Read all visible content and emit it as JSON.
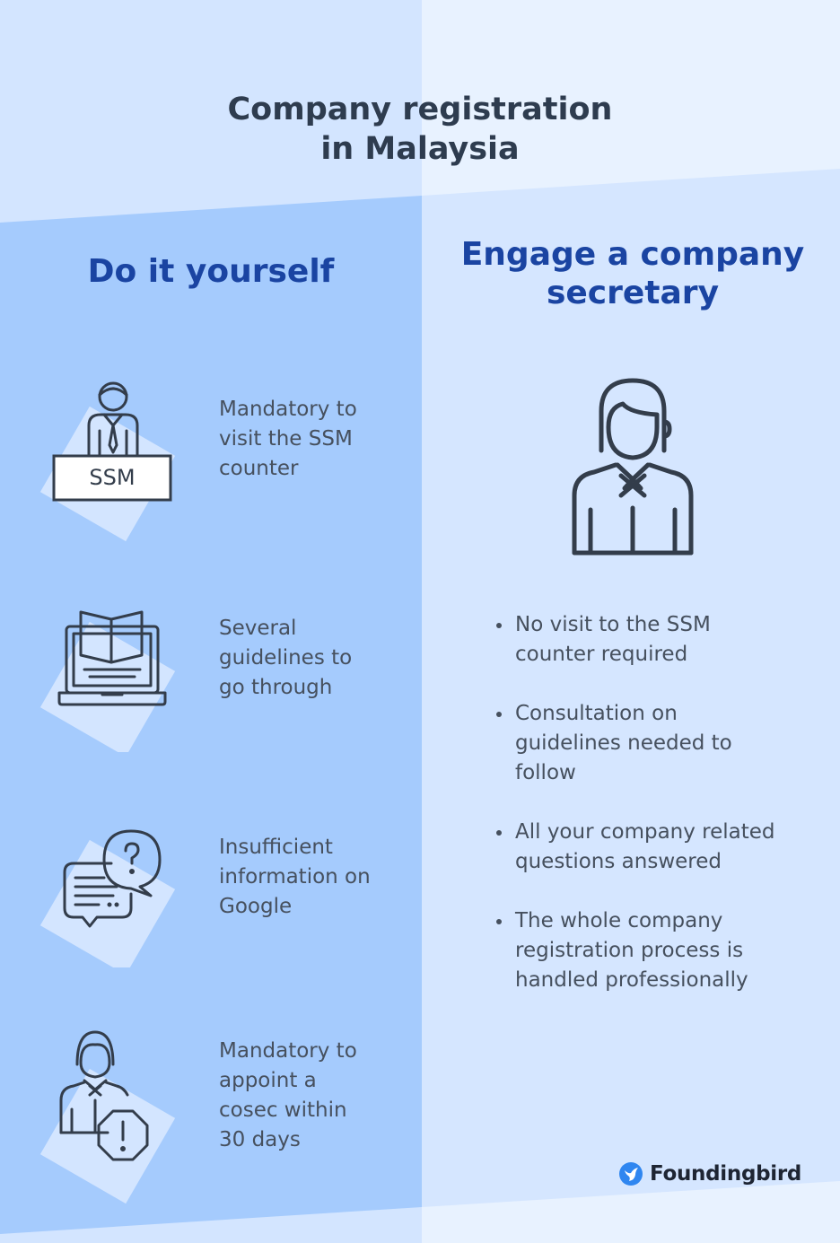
{
  "title": {
    "line1": "Company registration",
    "line2": "in Malaysia"
  },
  "diy": {
    "heading": "Do it yourself",
    "items": [
      {
        "icon": "ssm-counter-icon",
        "icon_label": "SSM",
        "lines": [
          "Mandatory to",
          "visit the SSM",
          "counter"
        ]
      },
      {
        "icon": "laptop-book-icon",
        "lines": [
          "Several",
          "guidelines to",
          "go through"
        ]
      },
      {
        "icon": "question-chat-icon",
        "lines": [
          "Insufficient",
          "information on",
          "Google"
        ]
      },
      {
        "icon": "secretary-warning-icon",
        "lines": [
          "Mandatory to",
          "appoint a",
          "cosec within",
          "30 days"
        ]
      }
    ]
  },
  "secretary": {
    "heading_line1": "Engage a company",
    "heading_line2": "secretary",
    "icon": "secretary-person-icon",
    "bullets": [
      {
        "lines": [
          "No visit to the SSM",
          "counter required"
        ]
      },
      {
        "lines": [
          "Consultation on",
          "guidelines needed to",
          "follow"
        ]
      },
      {
        "lines": [
          "All your company related",
          "questions answered"
        ]
      },
      {
        "lines": [
          "The whole company",
          "registration process is",
          "handled professionally"
        ]
      }
    ]
  },
  "brand": {
    "name": "Foundingbird",
    "icon": "bird-logo-icon"
  },
  "colors": {
    "heading_blue": "#1a44a2",
    "text_dark": "#2e3c4f",
    "body_text": "#46505e",
    "left_panel": "#a5cbfd",
    "right_panel": "#d5e6ff",
    "top_band_left": "#d3e5ff",
    "top_band_right": "#e8f2ff",
    "icon_square": "#d3e5ff",
    "icon_stroke": "#333d4b",
    "logo_blue": "#2f86f0"
  }
}
